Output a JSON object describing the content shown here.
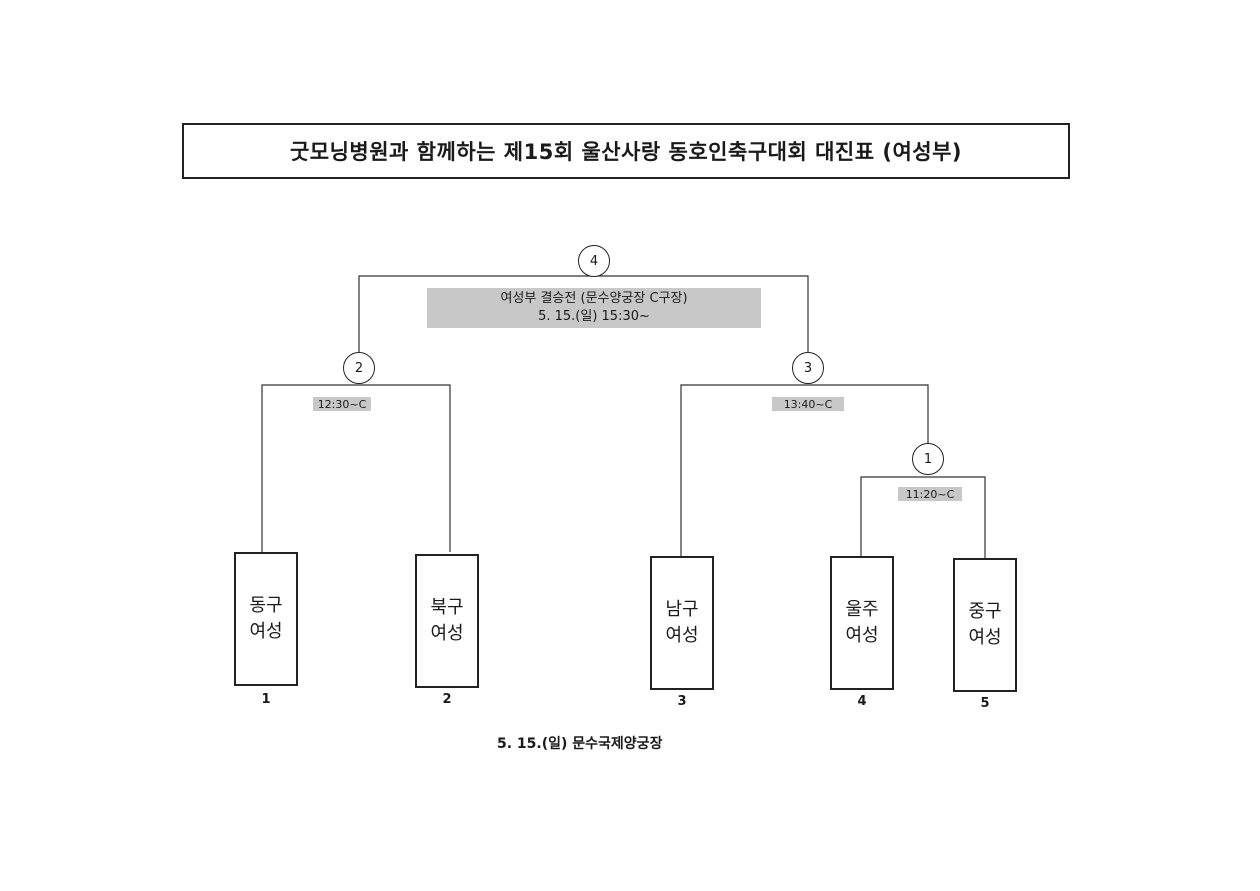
{
  "title": "굿모닝병원과 함께하는 제15회 울산사랑 동호인축구대회 대진표 (여성부)",
  "matches": {
    "m1": {
      "number": "1",
      "time_label": "11:20~C"
    },
    "m2": {
      "number": "2",
      "time_label": "12:30~C"
    },
    "m3": {
      "number": "3",
      "time_label": "13:40~C"
    },
    "m4": {
      "number": "4",
      "final_line1": "여성부 결승전 (문수양궁장 C구장)",
      "final_line2": "5. 15.(일) 15:30~"
    }
  },
  "teams": [
    {
      "line1": "동구",
      "line2": "여성",
      "seed": "1"
    },
    {
      "line1": "북구",
      "line2": "여성",
      "seed": "2"
    },
    {
      "line1": "남구",
      "line2": "여성",
      "seed": "3"
    },
    {
      "line1": "울주",
      "line2": "여성",
      "seed": "4"
    },
    {
      "line1": "중구",
      "line2": "여성",
      "seed": "5"
    }
  ],
  "footer": "5. 15.(일) 문수국제양궁장"
}
